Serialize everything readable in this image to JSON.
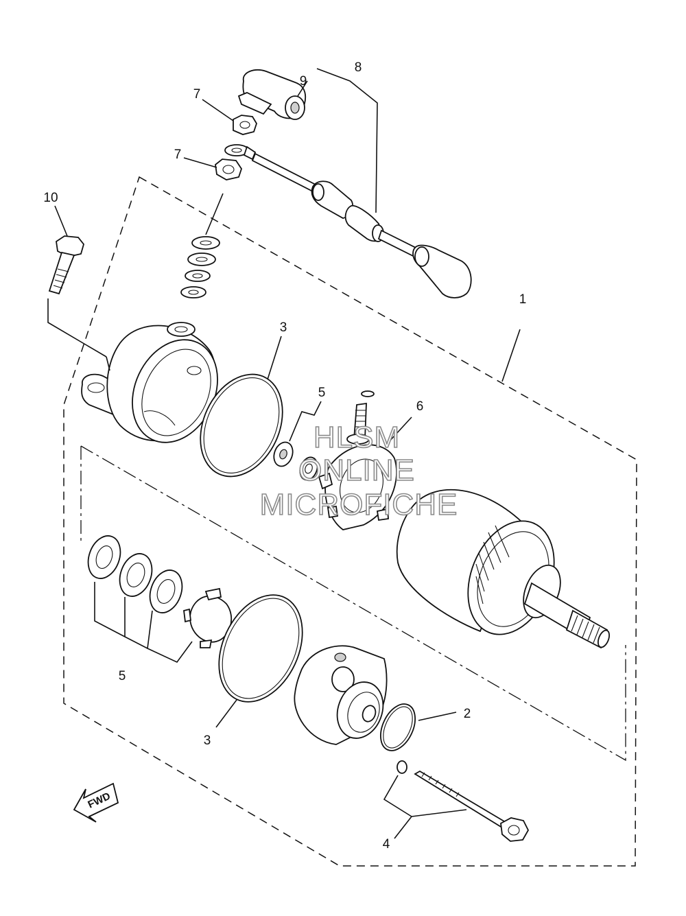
{
  "callouts": {
    "c1": "1",
    "c2": "2",
    "c3a": "3",
    "c3b": "3",
    "c4": "4",
    "c5a": "5",
    "c5b": "5",
    "c6": "6",
    "c7a": "7",
    "c7b": "7",
    "c8": "8",
    "c9": "9",
    "c10": "10"
  },
  "watermark": {
    "line1": "HLSM",
    "line2": "ONLINE",
    "line3": "MICROFICHE"
  },
  "fwd_label": "FWD"
}
